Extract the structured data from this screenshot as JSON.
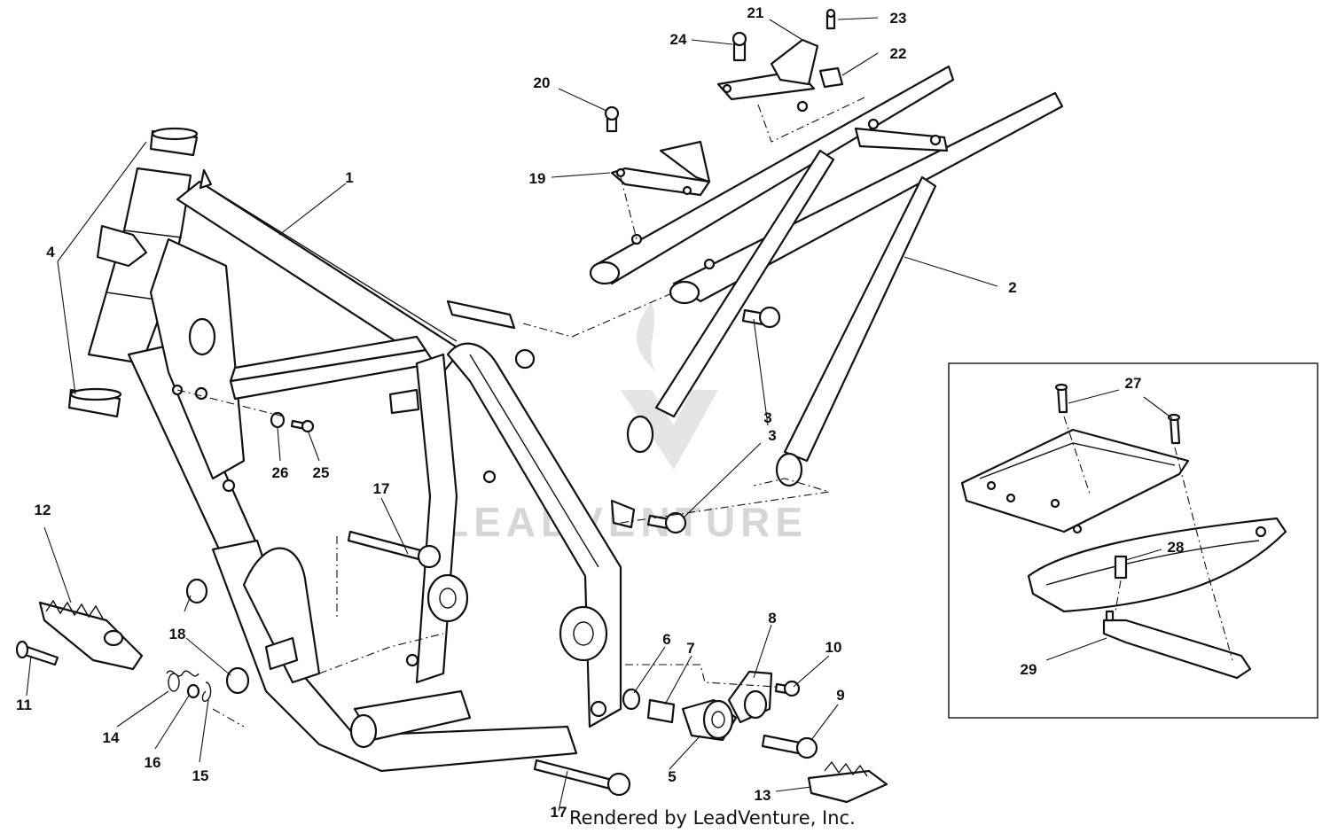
{
  "watermark": {
    "text": "LEADVENTURE"
  },
  "credit": {
    "text": "Rendered by LeadVenture, Inc."
  },
  "callouts": [
    {
      "id": "c1",
      "label": "1"
    },
    {
      "id": "c2",
      "label": "2"
    },
    {
      "id": "c3a",
      "label": "3"
    },
    {
      "id": "c3b",
      "label": "3"
    },
    {
      "id": "c4",
      "label": "4"
    },
    {
      "id": "c5",
      "label": "5"
    },
    {
      "id": "c6",
      "label": "6"
    },
    {
      "id": "c7",
      "label": "7"
    },
    {
      "id": "c8",
      "label": "8"
    },
    {
      "id": "c9",
      "label": "9"
    },
    {
      "id": "c10",
      "label": "10"
    },
    {
      "id": "c11",
      "label": "11"
    },
    {
      "id": "c12",
      "label": "12"
    },
    {
      "id": "c13",
      "label": "13"
    },
    {
      "id": "c14",
      "label": "14"
    },
    {
      "id": "c15",
      "label": "15"
    },
    {
      "id": "c16",
      "label": "16"
    },
    {
      "id": "c17a",
      "label": "17"
    },
    {
      "id": "c17b",
      "label": "17"
    },
    {
      "id": "c18",
      "label": "18"
    },
    {
      "id": "c19",
      "label": "19"
    },
    {
      "id": "c20",
      "label": "20"
    },
    {
      "id": "c21",
      "label": "21"
    },
    {
      "id": "c22",
      "label": "22"
    },
    {
      "id": "c23",
      "label": "23"
    },
    {
      "id": "c24",
      "label": "24"
    },
    {
      "id": "c25",
      "label": "25"
    },
    {
      "id": "c26",
      "label": "26"
    },
    {
      "id": "c27",
      "label": "27"
    },
    {
      "id": "c28",
      "label": "28"
    },
    {
      "id": "c29",
      "label": "29"
    }
  ]
}
